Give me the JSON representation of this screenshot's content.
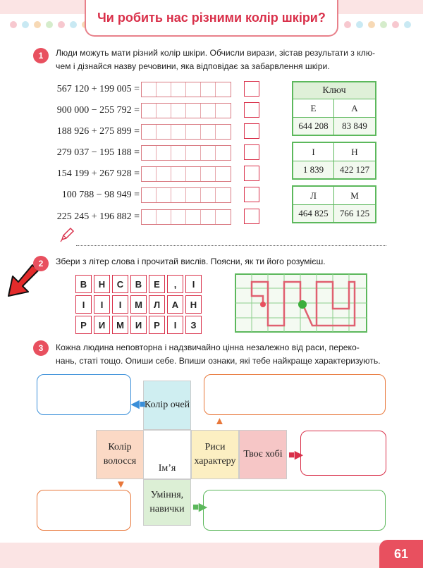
{
  "title": "Чи робить нас різними колір шкіри?",
  "tasks": {
    "t1": {
      "num": "1",
      "line1": "Люди можуть мати різний колір шкіри. Обчисли вирази, зістав результати з клю-",
      "line2": "чем і дізнайся назву речовини, яка відповідає за забарвлення шкіри.",
      "expressions": [
        "567 120 + 199 005 =",
        "900 000 − 255 792 =",
        "188 926 + 275 899 =",
        "279 037 − 195 188 =",
        "154 199 + 267 928 =",
        "100 788 − 98 949 =",
        "225 245 + 196 882 ="
      ],
      "key_title": "Ключ",
      "key_tables": [
        {
          "letters": [
            "Е",
            "А"
          ],
          "numbers": [
            "644 208",
            "83 849"
          ]
        },
        {
          "letters": [
            "І",
            "Н"
          ],
          "numbers": [
            "1 839",
            "422 127"
          ]
        },
        {
          "letters": [
            "Л",
            "М"
          ],
          "numbers": [
            "464 825",
            "766 125"
          ]
        }
      ]
    },
    "t2": {
      "num": "2",
      "text": "Збери з літер слова і прочитай вислів. Поясни, як ти його розумієш.",
      "grid": [
        [
          "В",
          "Н",
          "С",
          "В",
          "Е",
          ",",
          "І",
          ""
        ],
        [
          "І",
          "І",
          "І",
          "М",
          "Л",
          "А",
          "Н",
          ""
        ],
        [
          "Р",
          "И",
          "М",
          "И",
          "Р",
          "І",
          "З",
          ""
        ]
      ]
    },
    "t3": {
      "num": "3",
      "line1": "Кожна людина неповторна і надзвичайно цінна незалежно від раси, переко-",
      "line2": "нань, статі тощо. Опиши себе. Впиши ознаки, які тебе найкраще характеризують.",
      "eye_color": "Колір очей",
      "hair_color": "Колір волосся",
      "name": "Ім’я",
      "traits": "Риси характеру",
      "hobby": "Твоє хобі",
      "skills": "Уміння, навички"
    }
  },
  "page_number": "61",
  "colors": {
    "accent": "#d9304a",
    "green": "#5cb85c",
    "orange": "#e8773a",
    "blue": "#3a8fd9"
  }
}
